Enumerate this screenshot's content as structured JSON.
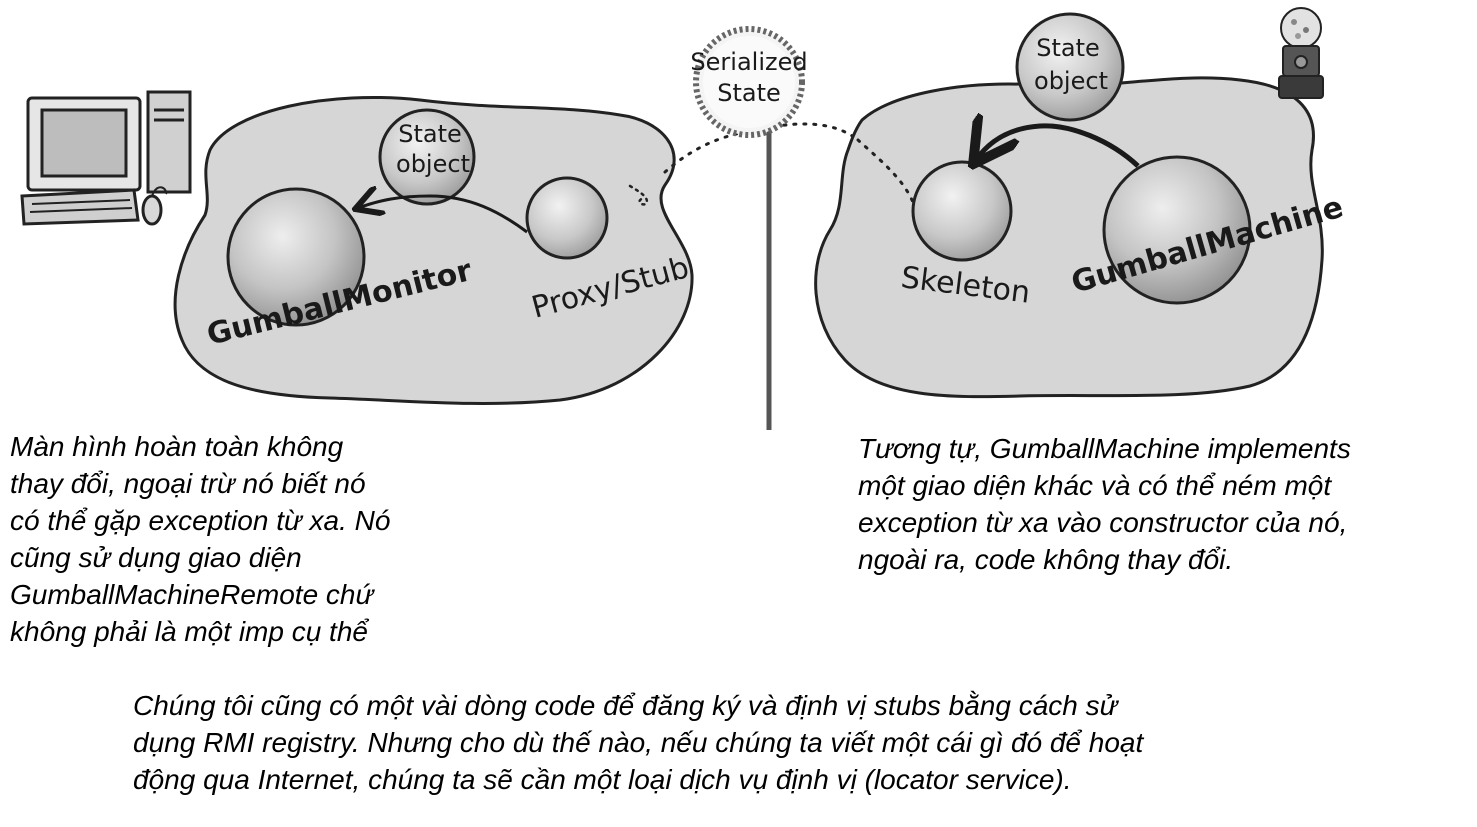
{
  "diagram": {
    "serialized_state_label": [
      "Serialized",
      "State"
    ],
    "left_blob": {
      "state_object_label": [
        "State",
        "object"
      ],
      "monitor_label": "GumballMonitor",
      "proxy_label": "Proxy/Stub"
    },
    "right_blob": {
      "state_object_label": [
        "State",
        "object"
      ],
      "skeleton_label": "Skeleton",
      "machine_label": "GumballMachine"
    },
    "colors": {
      "blob_fill": "#d6d6d6",
      "sphere_fill": "#c8c8c8",
      "ink": "#1a1a1a"
    },
    "icons": [
      "computer-icon",
      "gumball-machine-icon"
    ]
  },
  "text": {
    "left_paragraph": "Màn hình hoàn toàn không\nthay đổi, ngoại trừ nó biết nó\ncó thể gặp exception từ xa. Nó\ncũng sử dụng giao diện\nGumballMachineRemote chứ\nkhông phải là một imp cụ thể",
    "right_paragraph": "Tương tự, GumballMachine implements\nmột giao diện khác và có thể ném một\nexception từ xa vào constructor của nó,\nngoài ra, code không thay đổi.",
    "bottom_paragraph": "Chúng tôi cũng có một vài dòng code để đăng ký và định vị stubs bằng cách sử\ndụng RMI registry. Nhưng cho dù thế nào, nếu chúng ta viết một cái gì đó để hoạt\nđộng qua Internet, chúng ta sẽ cần một loại dịch vụ định vị (locator service)."
  }
}
